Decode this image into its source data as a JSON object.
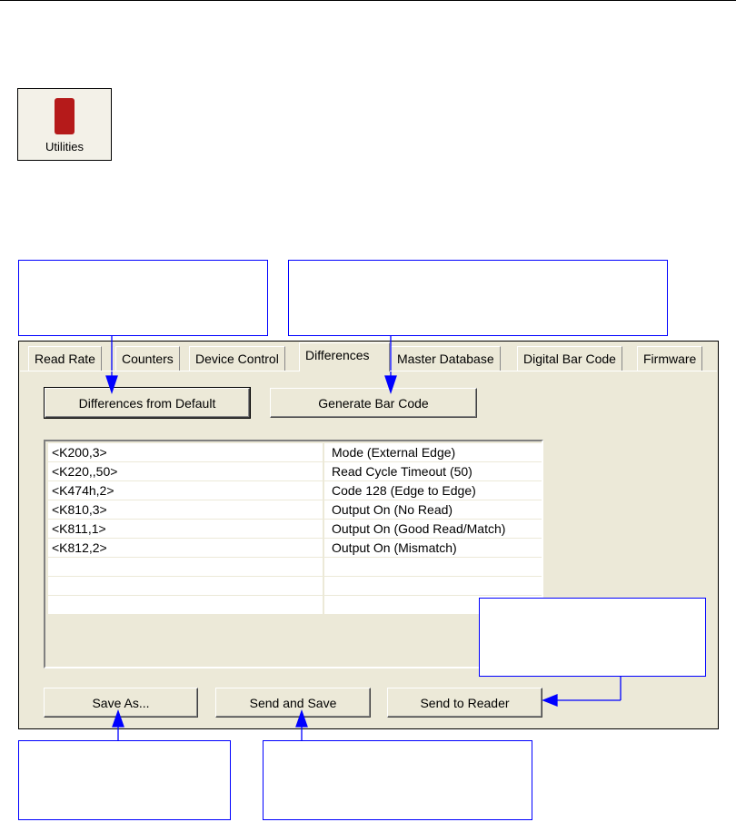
{
  "utilities_button": {
    "label": "Utilities"
  },
  "tabs": [
    {
      "label": "Read Rate"
    },
    {
      "label": "Counters"
    },
    {
      "label": "Device Control"
    },
    {
      "label": "Differences"
    },
    {
      "label": "Master Database"
    },
    {
      "label": "Digital Bar Code"
    },
    {
      "label": "Firmware"
    }
  ],
  "buttons": {
    "differences": "Differences from Default",
    "generate": "Generate Bar Code",
    "save_as": "Save As...",
    "send_save": "Send and Save",
    "send_reader": "Send to Reader"
  },
  "rows": [
    {
      "code": "<K200,3>",
      "desc": "Mode (External Edge)"
    },
    {
      "code": "<K220,,50>",
      "desc": "Read Cycle Timeout (50)"
    },
    {
      "code": "<K474h,2>",
      "desc": "Code 128 (Edge to Edge)"
    },
    {
      "code": "<K810,3>",
      "desc": "Output On (No Read)"
    },
    {
      "code": "<K811,1>",
      "desc": "Output On (Good Read/Match)"
    },
    {
      "code": "<K812,2>",
      "desc": "Output On (Mismatch)"
    },
    {
      "code": "",
      "desc": ""
    },
    {
      "code": "",
      "desc": ""
    },
    {
      "code": "",
      "desc": ""
    }
  ]
}
